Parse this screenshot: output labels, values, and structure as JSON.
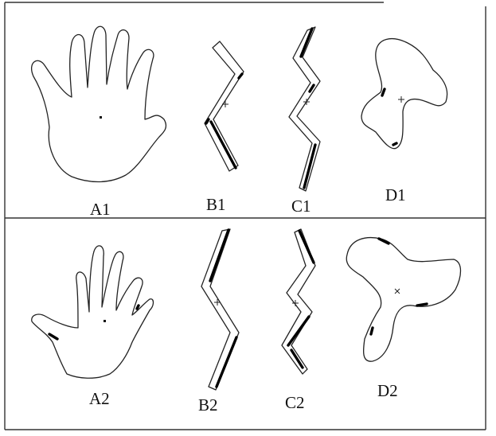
{
  "panels": [
    {
      "id": "A1",
      "label": "A1",
      "shape": "hand"
    },
    {
      "id": "B1",
      "label": "B1",
      "shape": "zigzag"
    },
    {
      "id": "C1",
      "label": "C1",
      "shape": "zigzag"
    },
    {
      "id": "D1",
      "label": "D1",
      "shape": "three-lobed-blob"
    },
    {
      "id": "A2",
      "label": "A2",
      "shape": "hand"
    },
    {
      "id": "B2",
      "label": "B2",
      "shape": "zigzag"
    },
    {
      "id": "C2",
      "label": "C2",
      "shape": "zigzag"
    },
    {
      "id": "D2",
      "label": "D2",
      "shape": "three-lobed-blob"
    }
  ],
  "colors": {
    "line": "#222222",
    "background": "#ffffff",
    "highlight": "#000000"
  }
}
